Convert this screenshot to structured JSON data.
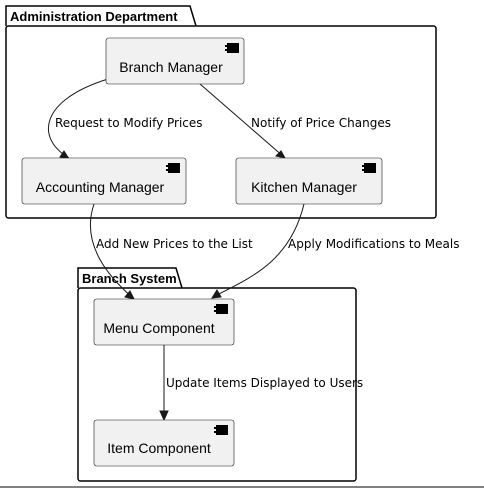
{
  "packages": {
    "admin": {
      "title": "Administration Department"
    },
    "branch": {
      "title": "Branch System"
    }
  },
  "components": {
    "branch_manager": {
      "label": "Branch Manager"
    },
    "accounting_manager": {
      "label": "Accounting Manager"
    },
    "kitchen_manager": {
      "label": "Kitchen Manager"
    },
    "menu_component": {
      "label": "Menu Component"
    },
    "item_component": {
      "label": "Item Component"
    }
  },
  "relations": {
    "request_modify_prices": "Request to Modify Prices",
    "notify_price_changes": "Notify of Price Changes",
    "add_new_prices": "Add New Prices to the List",
    "apply_modifications": "Apply Modifications to Meals",
    "update_items_displayed": "Update Items Displayed to Users"
  }
}
